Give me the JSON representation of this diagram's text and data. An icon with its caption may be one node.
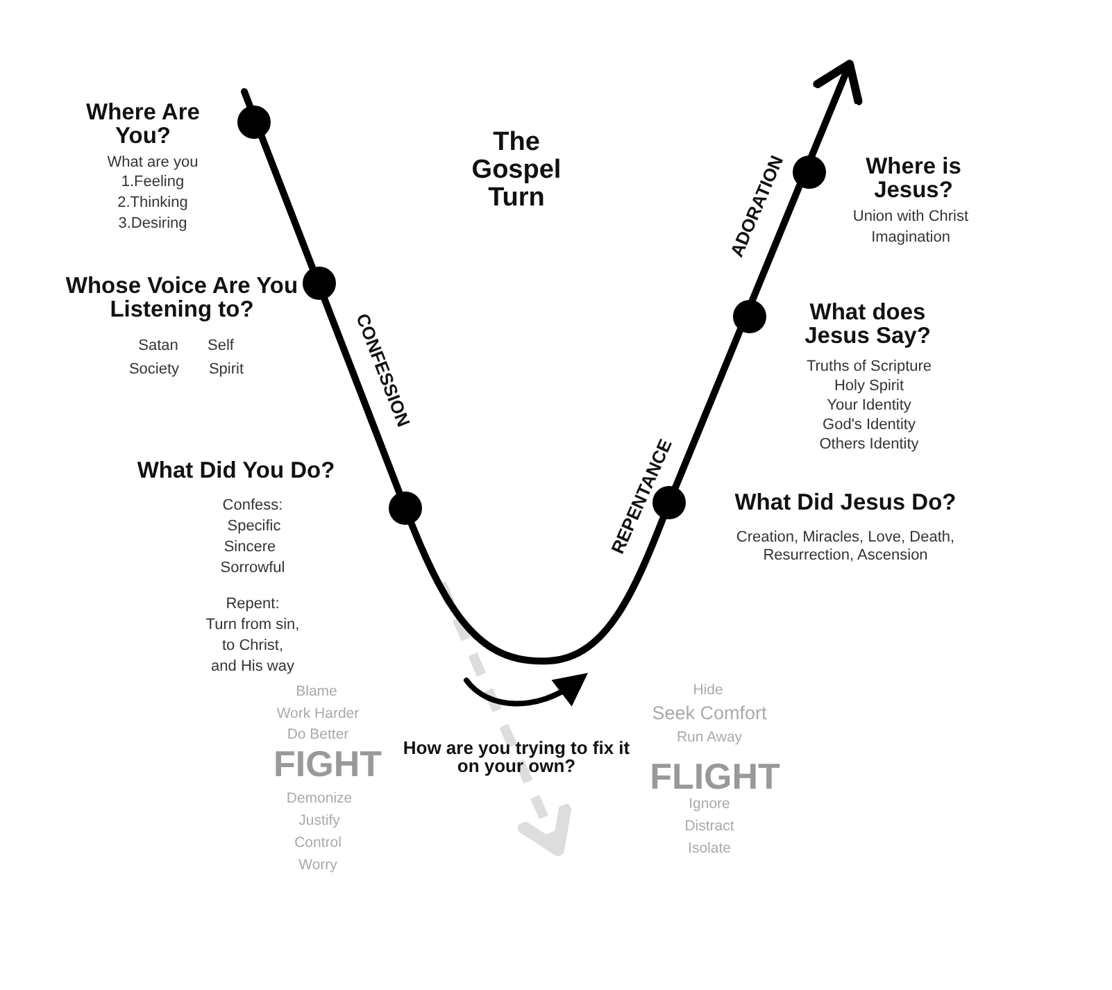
{
  "diagram": {
    "title": "The Gospel Turn",
    "labels": [
      "Where Are You?",
      "What are you",
      "1.Feeling",
      "2.Thinking",
      "3.Desiring",
      "Whose Voice Are You Listening to?",
      "Satan",
      "Self",
      "Society",
      "Spirit",
      "CONFESSION",
      "What Did You Do?",
      "Confess:",
      "Specific",
      "Sincere",
      "Sorrowful",
      "Repent:",
      "Turn from sin,",
      "to Christ,",
      "and His way",
      "Blame",
      "Work Harder",
      "Do Better",
      "FIGHT",
      "Demonize",
      "Justify",
      "Control",
      "Worry",
      "How are you trying to fix it on your own?",
      "Hide",
      "Seek Comfort",
      "Run Away",
      "FLIGHT",
      "Ignore",
      "Distract",
      "Isolate",
      "REPENTANCE",
      "ADORATION",
      "Where is Jesus?",
      "Union with Christ",
      "Imagination",
      "What does Jesus Say?",
      "Truths of Scripture",
      "Holy Spirit",
      "Your Identity",
      "God's Identity",
      "Others Identity",
      "What Did Jesus Do?",
      "Creation, Miracles, Love, Death, Resurrection, Ascension"
    ]
  }
}
